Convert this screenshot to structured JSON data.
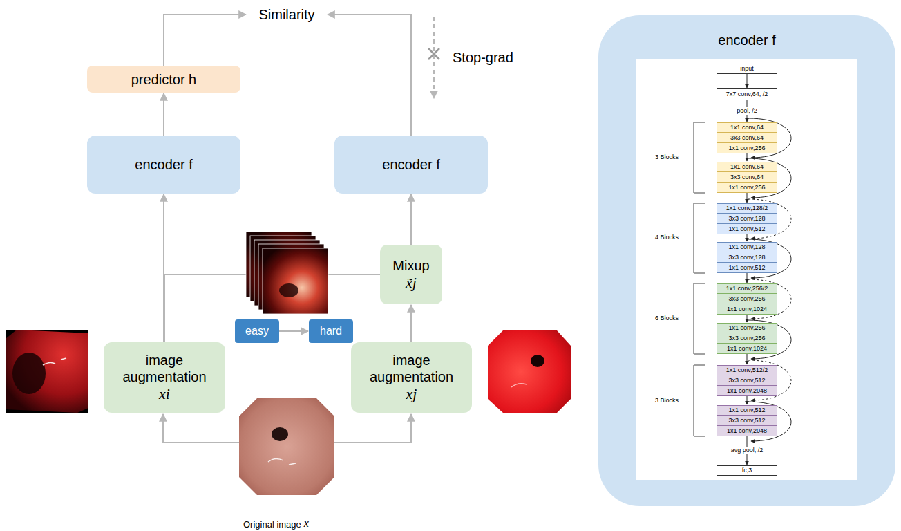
{
  "diagram": {
    "nodes": [
      {
        "text": [
          "Similarity"
        ]
      },
      {
        "text": [
          "predictor h"
        ]
      },
      {
        "text": [
          "encoder f"
        ]
      },
      {
        "text": [
          "encoder f"
        ]
      },
      {
        "text": [
          "Mixup",
          "x̃j"
        ]
      },
      {
        "text": [
          "easy"
        ]
      },
      {
        "text": [
          "hard"
        ]
      },
      {
        "text": [
          "image augmentation",
          "xi"
        ]
      },
      {
        "text": [
          "image augmentation",
          "xj"
        ]
      },
      {
        "text": [
          "encoder f"
        ]
      },
      {
        "text": [
          "input"
        ],
        "in": 9
      },
      {
        "text": [
          "7x7 conv,64, /2"
        ],
        "in": 9
      },
      {
        "text": [
          "1x1 conv,64"
        ],
        "in": 9
      },
      {
        "text": [
          "3x3 conv,64"
        ],
        "in": 9
      },
      {
        "text": [
          "1x1 conv,256"
        ],
        "in": 9
      },
      {
        "text": [
          "1x1 conv,64"
        ],
        "in": 9
      },
      {
        "text": [
          "3x3 conv,64"
        ],
        "in": 9
      },
      {
        "text": [
          "1x1 conv,256"
        ],
        "in": 9
      },
      {
        "text": [
          "1x1 conv,128/2"
        ],
        "in": 9
      },
      {
        "text": [
          "3x3 conv,128"
        ],
        "in": 9
      },
      {
        "text": [
          "1x1 conv,512"
        ],
        "in": 9
      },
      {
        "text": [
          "1x1 conv,128"
        ],
        "in": 9
      },
      {
        "text": [
          "3x3 conv,128"
        ],
        "in": 9
      },
      {
        "text": [
          "1x1 conv,512"
        ],
        "in": 9
      },
      {
        "text": [
          "1x1 conv,256/2"
        ],
        "in": 9
      },
      {
        "text": [
          "3x3 conv,256"
        ],
        "in": 9
      },
      {
        "text": [
          "1x1 conv,1024"
        ],
        "in": 9
      },
      {
        "text": [
          "1x1 conv,256"
        ],
        "in": 9
      },
      {
        "text": [
          "3x3 conv,256"
        ],
        "in": 9
      },
      {
        "text": [
          "1x1 conv,1024"
        ],
        "in": 9
      },
      {
        "text": [
          "1x1 conv,512/2"
        ],
        "in": 9
      },
      {
        "text": [
          "3x3 conv,512"
        ],
        "in": 9
      },
      {
        "text": [
          "1x1 conv,2048"
        ],
        "in": 9
      },
      {
        "text": [
          "1x1 conv,512"
        ],
        "in": 9
      },
      {
        "text": [
          "3x3 conv,512"
        ],
        "in": 9
      },
      {
        "text": [
          "1x1 conv,2048"
        ],
        "in": 9
      },
      {
        "text": [
          "fc,3"
        ],
        "in": 9
      }
    ],
    "edges": [
      {
        "from": 2,
        "to": 1,
        "arrow": "to"
      },
      {
        "from": 1,
        "to": 0,
        "arrow": "to"
      },
      {
        "from": 3,
        "to": 0,
        "arrow": "to"
      },
      {
        "from": 7,
        "to": 2,
        "arrow": "to"
      },
      {
        "from": 7,
        "to": 4,
        "arrow": "none"
      },
      {
        "from": 8,
        "to": 4,
        "arrow": "to"
      },
      {
        "from": 4,
        "to": 3,
        "arrow": "to"
      },
      {
        "from": 5,
        "to": 6,
        "arrow": "to"
      },
      {
        "from": 10,
        "to": 11,
        "arrow": "to"
      },
      {
        "from": 11,
        "to": 12,
        "label": "pool, /2",
        "arrow": "to"
      },
      {
        "from": 14,
        "to": 15,
        "arrow": "to"
      },
      {
        "from": 17,
        "to": 18,
        "arrow": "to"
      },
      {
        "from": 20,
        "to": 21,
        "arrow": "to"
      },
      {
        "from": 23,
        "to": 24,
        "arrow": "to"
      },
      {
        "from": 26,
        "to": 27,
        "arrow": "to"
      },
      {
        "from": 29,
        "to": 30,
        "arrow": "to"
      },
      {
        "from": 32,
        "to": 33,
        "arrow": "to"
      },
      {
        "from": 35,
        "to": 36,
        "label": "avg pool, /2",
        "arrow": "to"
      }
    ],
    "labels": [
      "Stop-grad",
      "Original image",
      "x",
      "3 Blocks",
      "4 Blocks",
      "6 Blocks",
      "3 Blocks"
    ]
  }
}
